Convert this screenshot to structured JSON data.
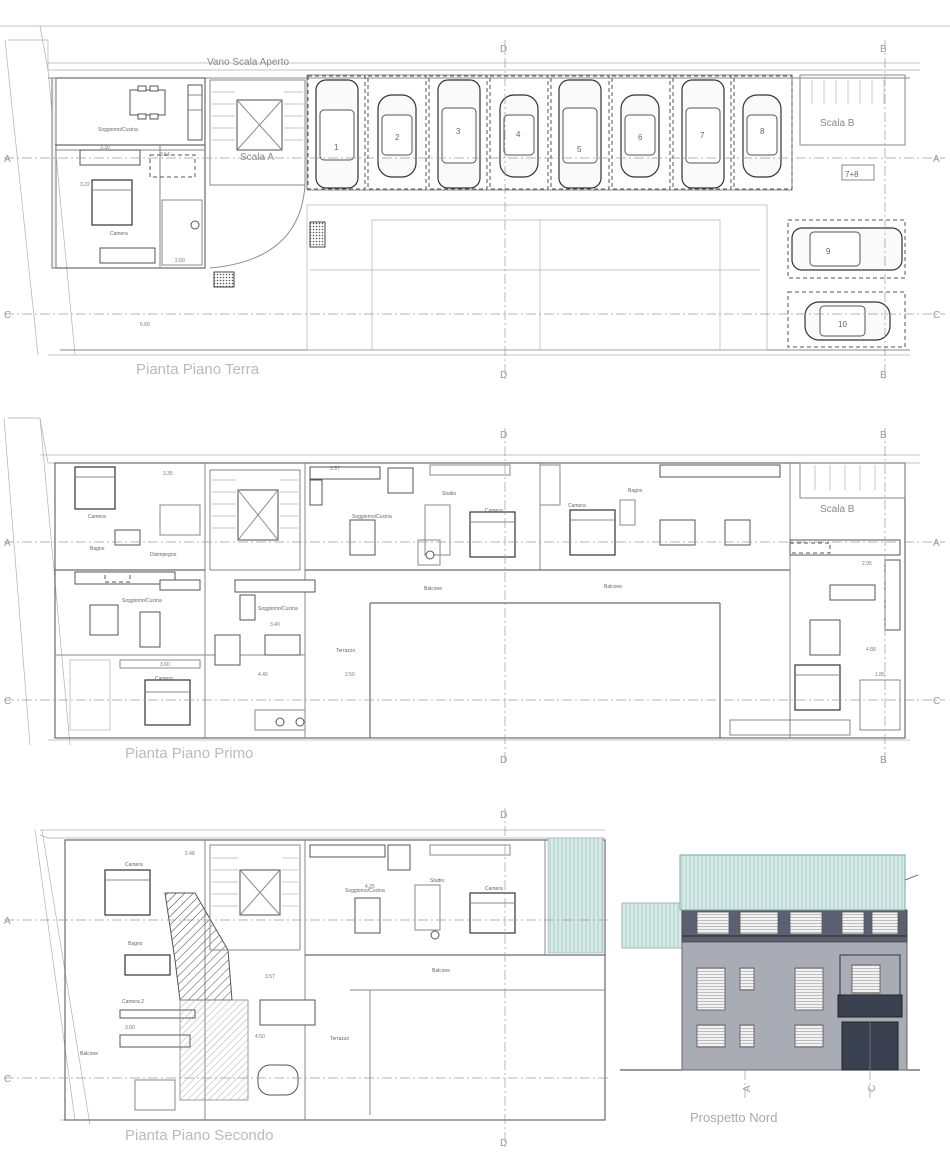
{
  "plans": {
    "ground": {
      "title": "Pianta Piano Terra",
      "stair_open_label": "Vano Scala Aperto",
      "stair_a_label": "Scala A",
      "stair_b_label": "Scala B",
      "parking_ref": "7+8",
      "parking_numbers": [
        "1",
        "2",
        "3",
        "4",
        "5",
        "6",
        "7",
        "8",
        "9",
        "10"
      ],
      "rooms": [
        "Soggiorno/Cucina",
        "Camera"
      ],
      "dims": [
        "3.30",
        "3.54",
        "6.60",
        "2.60",
        "3.22"
      ]
    },
    "first": {
      "title": "Pianta Piano Primo",
      "stair_b_label": "Scala B",
      "rooms": [
        "Camera",
        "Bagno",
        "Disimpegno",
        "Soggiorno/Cucina",
        "Camera",
        "Studio",
        "Camera",
        "Camera",
        "Bagno",
        "Soggiorno/Cucina",
        "Terrazzo",
        "Balcone",
        "Balcone",
        "Soggiorno/Cucina"
      ],
      "dims": [
        "3.35",
        "3.40",
        "3.60",
        "4.40",
        "2.50",
        "4.88",
        "2.95",
        "3.57",
        "1.80"
      ]
    },
    "second": {
      "title": "Pianta Piano Secondo",
      "rooms": [
        "Camera",
        "Bagno",
        "Camera 2",
        "Balcone",
        "Soggiorno/Cucina",
        "Camera",
        "Studio",
        "Balcone",
        "Terrazzo"
      ],
      "dims": [
        "4.25",
        "3.57",
        "4.50",
        "3.60",
        "2.48"
      ]
    }
  },
  "axes": {
    "A": "A",
    "B": "B",
    "C": "C",
    "D": "D"
  },
  "elevation": {
    "title": "Prospetto Nord",
    "axis_left": "A",
    "axis_right": "C"
  },
  "colors": {
    "facade": "#a9acb4",
    "facade_dark": "#3a4150",
    "roof": "#cde3df",
    "window": "#eeeeee"
  }
}
